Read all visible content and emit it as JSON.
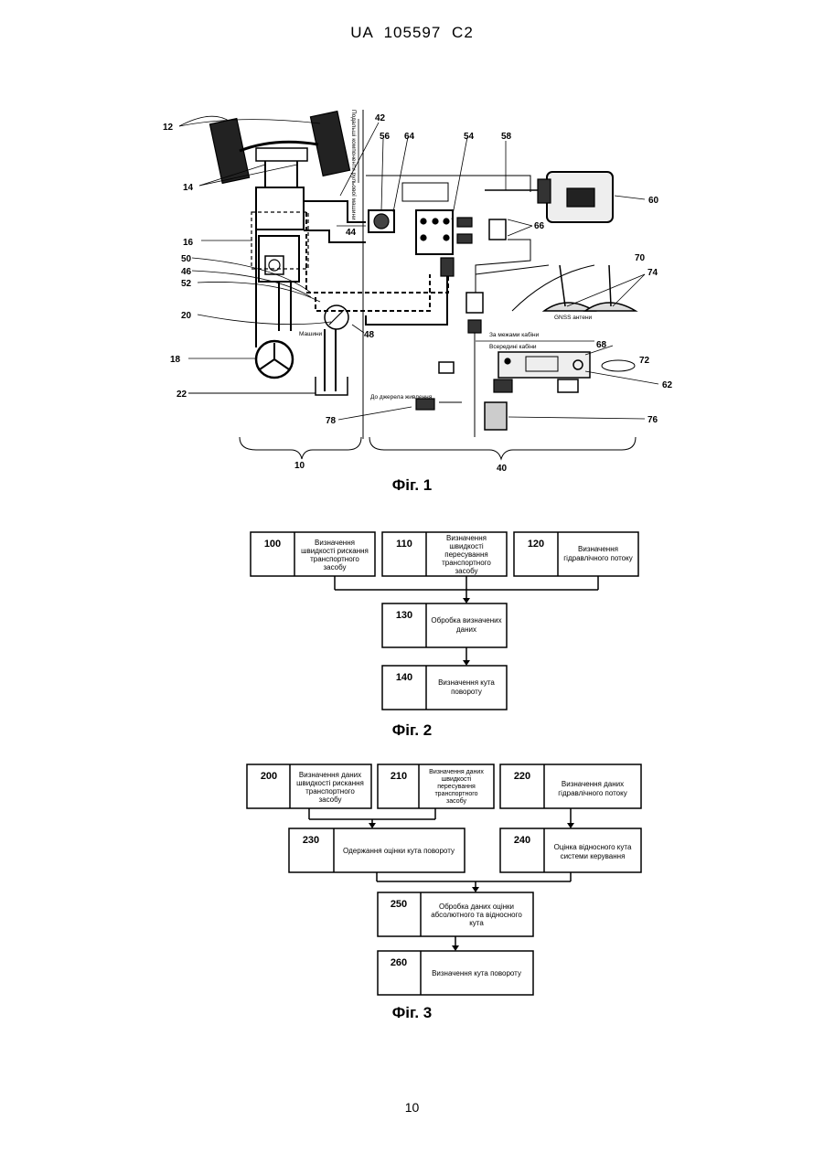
{
  "header": "UA 105597 C2",
  "page_number": "10",
  "fig1": {
    "caption": "Фіг. 1",
    "refs": [
      "12",
      "14",
      "16",
      "50",
      "46",
      "52",
      "20",
      "18",
      "22",
      "78",
      "10",
      "40",
      "42",
      "56",
      "64",
      "54",
      "58",
      "60",
      "66",
      "70",
      "74",
      "68",
      "72",
      "62",
      "76",
      "44",
      "48"
    ],
    "labels": {
      "other_components": "Подальші компоненти рульової машини",
      "gnss": "GNSS антени",
      "outside_cab": "За межами кабіни",
      "inside_cab": "Всередині кабіни",
      "power": "До джерела живлення",
      "machine": "Машини"
    }
  },
  "fig2": {
    "caption": "Фіг. 2",
    "boxes": [
      {
        "id": "100",
        "lines": [
          "Визначення",
          "швидкості  рискання",
          "транспортного",
          "засобу"
        ]
      },
      {
        "id": "110",
        "lines": [
          "Визначення",
          "швидкості",
          "пересування",
          "транспортного",
          "засобу"
        ]
      },
      {
        "id": "120",
        "lines": [
          "Визначення",
          "гідравлічного  потоку"
        ]
      },
      {
        "id": "130",
        "lines": [
          "Обробка  визначених",
          "даних"
        ]
      },
      {
        "id": "140",
        "lines": [
          "Визначення  кута",
          "повороту"
        ]
      }
    ]
  },
  "fig3": {
    "caption": "Фіг. 3",
    "boxes": [
      {
        "id": "200",
        "lines": [
          "Визначення  даних",
          "швидкості  рискання",
          "транспортного",
          "засобу"
        ]
      },
      {
        "id": "210",
        "lines": [
          "Визначення  даних",
          "швидкості",
          "пересування",
          "транспортного",
          "засобу"
        ]
      },
      {
        "id": "220",
        "lines": [
          "Визначення  даних",
          "гідравлічного  потоку"
        ]
      },
      {
        "id": "230",
        "lines": [
          "Одержання  оцінки  кута  повороту"
        ]
      },
      {
        "id": "240",
        "lines": [
          "Оцінка  відносного  кута",
          "системи  керування"
        ]
      },
      {
        "id": "250",
        "lines": [
          "Обробка  даних  оцінки",
          "абсолютного   та  відносного",
          "кута"
        ]
      },
      {
        "id": "260",
        "lines": [
          "Визначення  кута  повороту"
        ]
      }
    ]
  }
}
